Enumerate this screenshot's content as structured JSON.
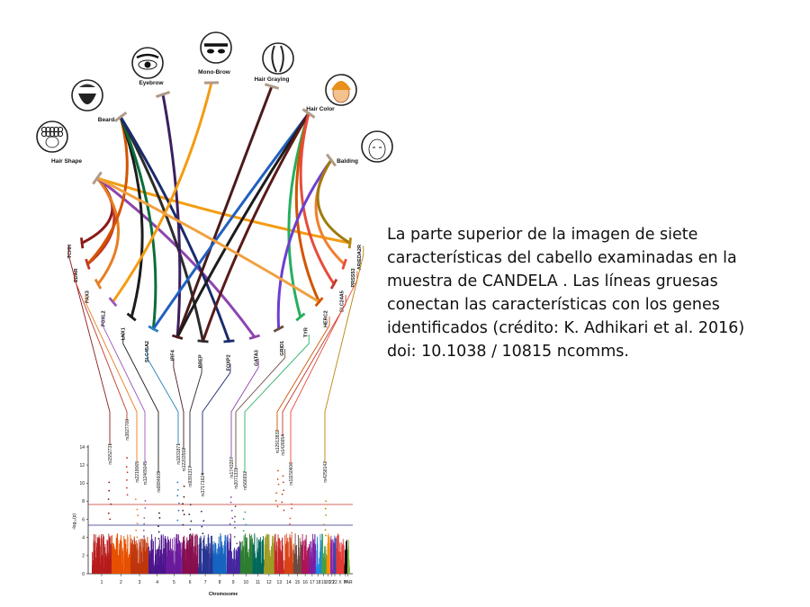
{
  "caption": "La parte superior de la imagen de siete características del  cabello examinadas en la muestra de CANDELA . Las líneas gruesas conectan las características con los genes identificados  (crédito: K. Adhikari et al. 2016) doi: 10.1038 / 10815 ncomms.",
  "traits": [
    {
      "label": "Hair Shape",
      "icon": "curly-hair-face-icon"
    },
    {
      "label": "Beard",
      "icon": "beard-face-icon"
    },
    {
      "label": "Eyebrow",
      "icon": "eye-icon"
    },
    {
      "label": "Mono-Brow",
      "icon": "monobrow-icon"
    },
    {
      "label": "Hair Graying",
      "icon": "gray-hair-icon"
    },
    {
      "label": "Hair Color",
      "icon": "hair-color-face-icon"
    },
    {
      "label": "Balding",
      "icon": "balding-face-icon"
    }
  ],
  "genes": [
    "TCHH",
    "EDAR",
    "PAX3",
    "FOXL2",
    "LNX1",
    "SLC45A2",
    "IRF4",
    "PREP",
    "FOXP2",
    "GATA3",
    "GRID1",
    "TYR",
    "HERC2",
    "SLC24A5",
    "PRSS53",
    "AR/EDA2R"
  ],
  "snps": [
    "rs1552731",
    "rs3827760",
    "rs2218065",
    "rs12465045",
    "rs6884609",
    "rs1831871",
    "rs12203592",
    "rs9391317",
    "rs17171624",
    "rs1743287",
    "rs2071331",
    "rs566692",
    "rs12913832",
    "rs1426654",
    "rs11150606",
    "rs4258142"
  ],
  "gwas": {
    "ylabel": "-log₁₀(p)",
    "xlabel": "Chromosome",
    "yticks": [
      "14",
      "12",
      "10",
      "8",
      "6",
      "4",
      "2",
      "0"
    ],
    "chromosomes": [
      "1",
      "2",
      "3",
      "4",
      "5",
      "6",
      "7",
      "8",
      "9",
      "10",
      "11",
      "12",
      "13",
      "14",
      "15",
      "16",
      "17",
      "18",
      "19",
      "20",
      "21",
      "22",
      "X",
      "Y",
      "PAR"
    ]
  }
}
